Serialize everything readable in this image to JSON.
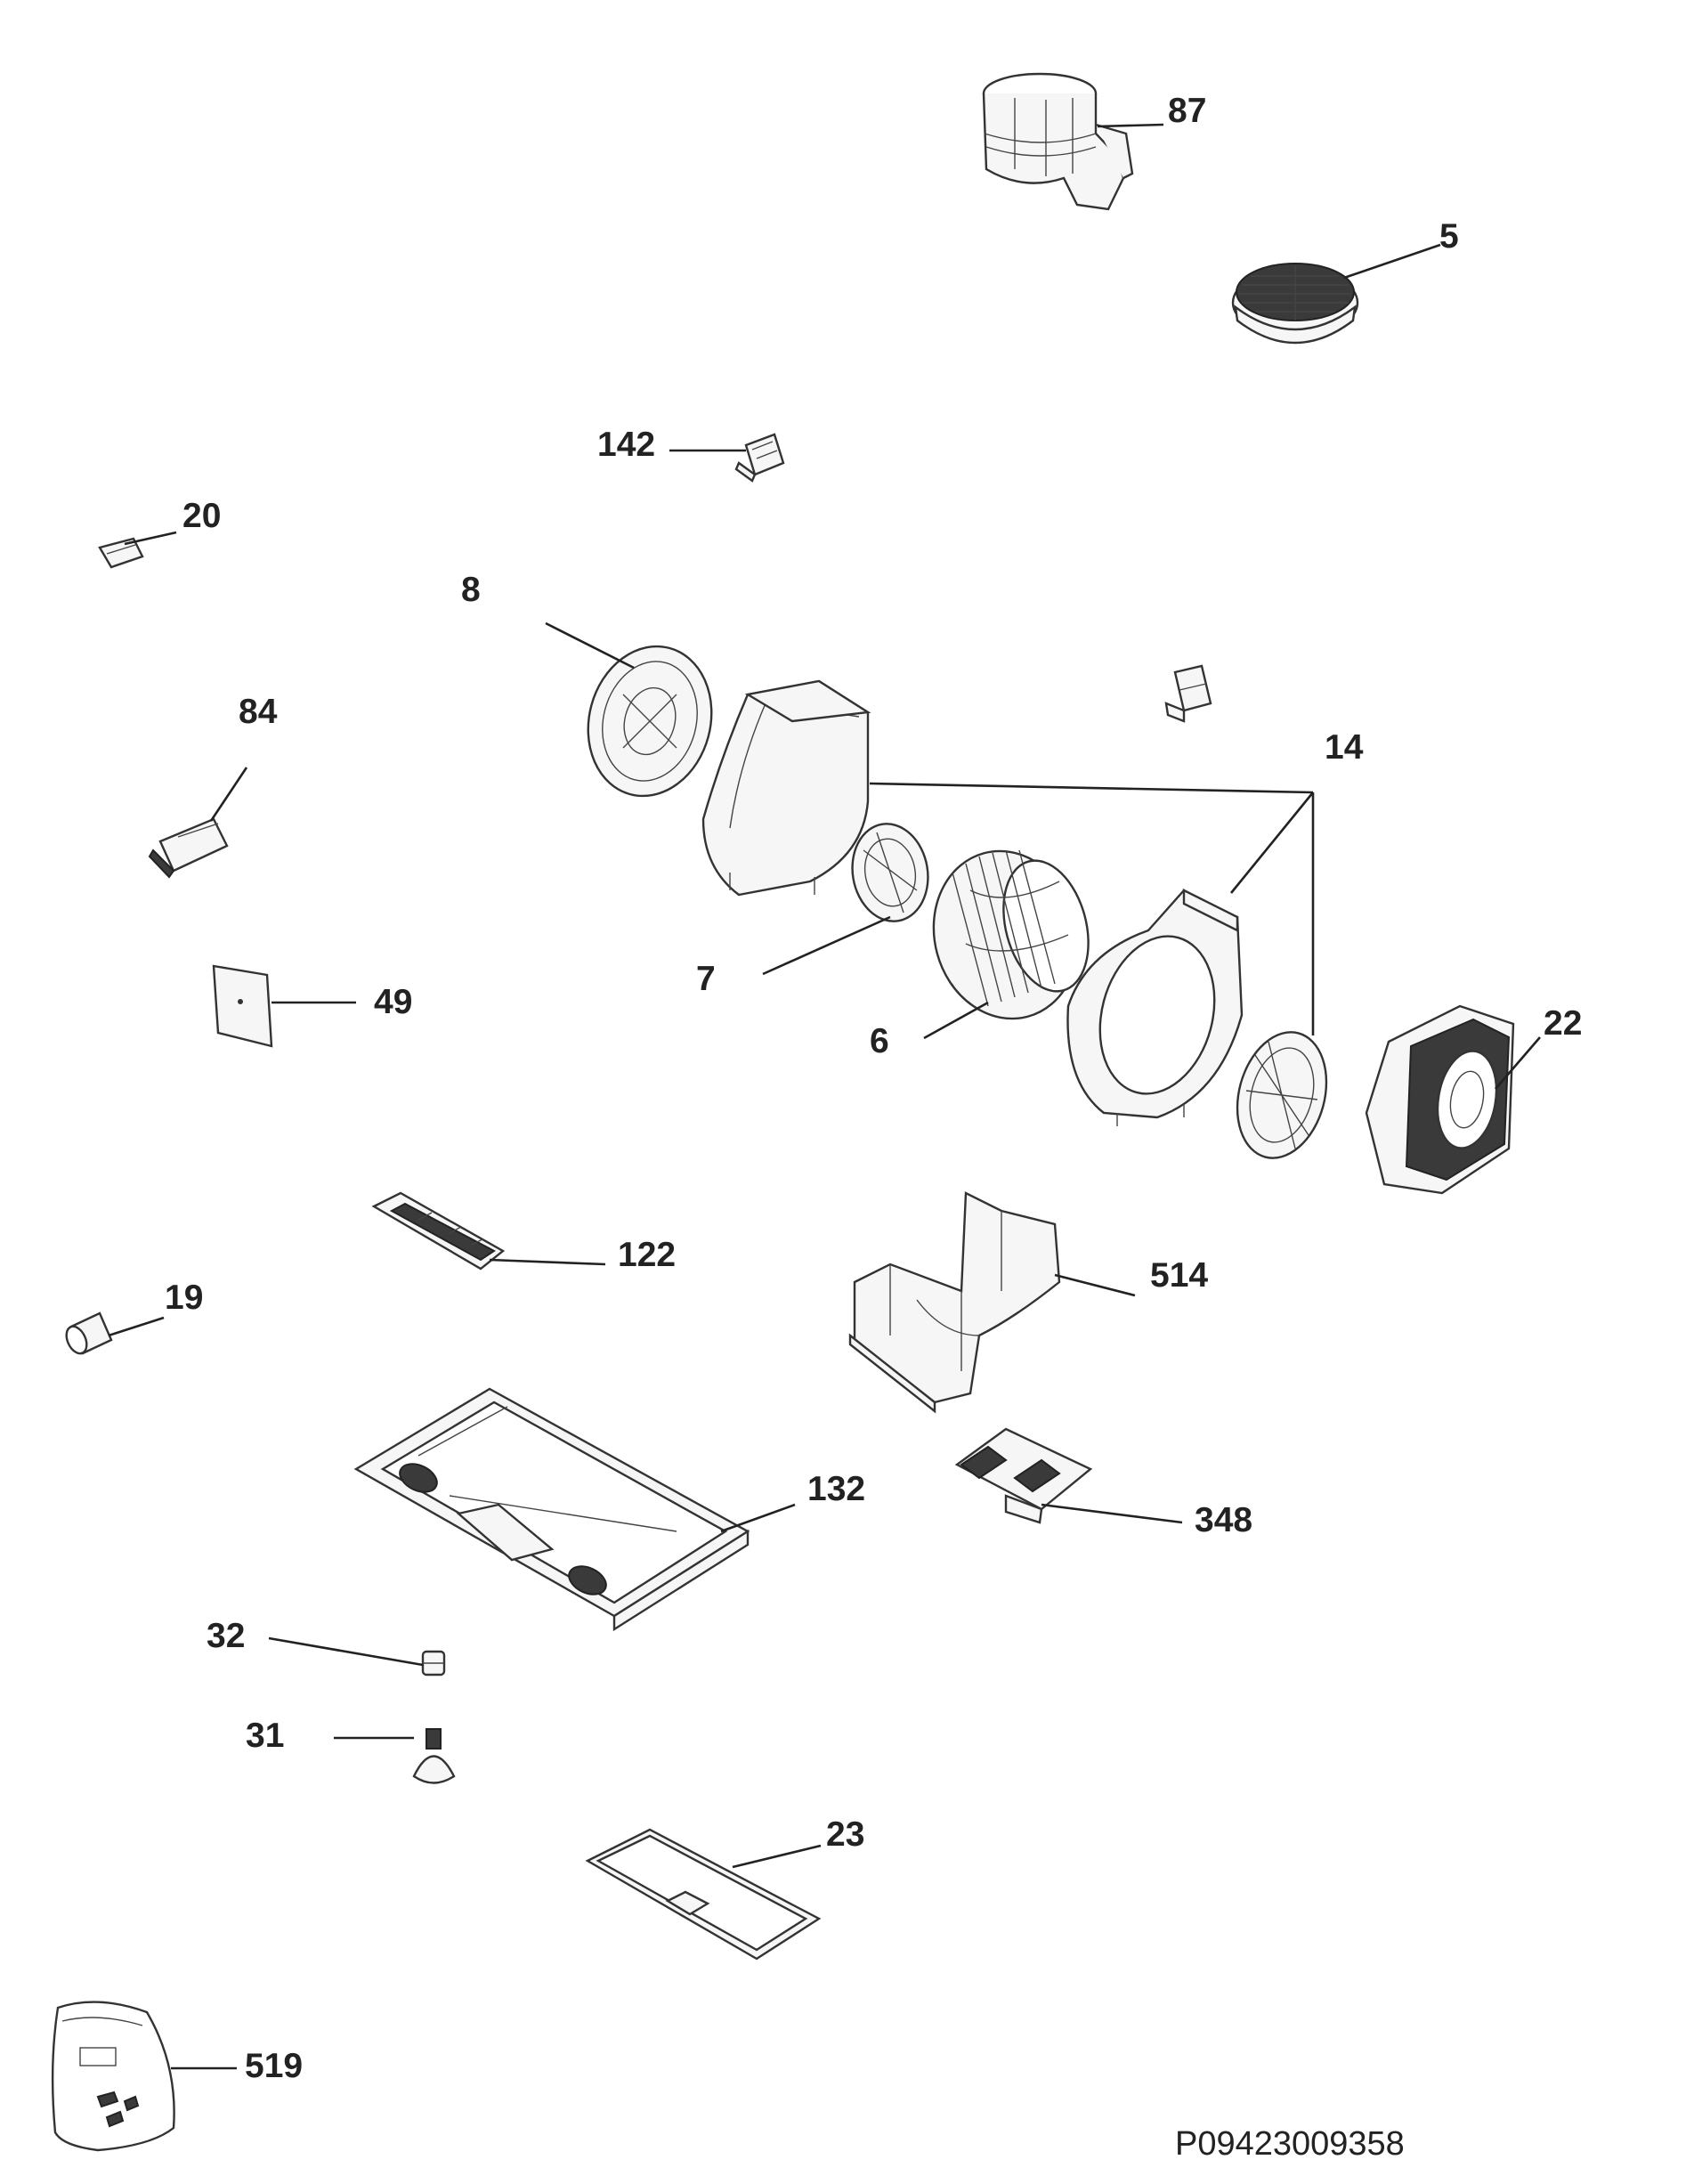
{
  "diagram": {
    "callouts": [
      {
        "id": "87",
        "label": "87"
      },
      {
        "id": "5",
        "label": "5"
      },
      {
        "id": "142",
        "label": "142"
      },
      {
        "id": "20",
        "label": "20"
      },
      {
        "id": "8",
        "label": "8"
      },
      {
        "id": "84",
        "label": "84"
      },
      {
        "id": "14",
        "label": "14"
      },
      {
        "id": "7",
        "label": "7"
      },
      {
        "id": "6",
        "label": "6"
      },
      {
        "id": "49",
        "label": "49"
      },
      {
        "id": "22",
        "label": "22"
      },
      {
        "id": "122",
        "label": "122"
      },
      {
        "id": "514",
        "label": "514"
      },
      {
        "id": "19",
        "label": "19"
      },
      {
        "id": "132",
        "label": "132"
      },
      {
        "id": "348",
        "label": "348"
      },
      {
        "id": "32",
        "label": "32"
      },
      {
        "id": "31",
        "label": "31"
      },
      {
        "id": "23",
        "label": "23"
      },
      {
        "id": "519",
        "label": "519"
      }
    ],
    "document_number": "P09423009358"
  }
}
